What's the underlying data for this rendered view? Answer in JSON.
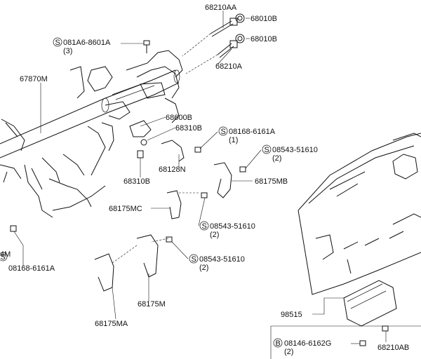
{
  "labels": {
    "l68210AA": "68210AA",
    "l68010B_top": "68010B",
    "l68010B_2": "68010B",
    "l081A6": "081A6-8601A",
    "l081A6_qty": "(3)",
    "l68210A": "68210A",
    "l67870M": "67870M",
    "l68600B": "68600B",
    "l68310B_a": "68310B",
    "l08168_a": "08168-6161A",
    "l08168_a_qty": "(1)",
    "l08543_a": "08543-51610",
    "l08543_a_qty": "(2)",
    "l68128N": "68128N",
    "l68310B_b": "68310B",
    "l68175MB": "68175MB",
    "l68175MC": "68175MC",
    "l08543_b": "08543-51610",
    "l08543_b_qty": "(2)",
    "l4M": "4M",
    "l08168_b": "08168-6161A",
    "l08543_c": "08543-51610",
    "l08543_c_qty": "(2)",
    "l68175M": "68175M",
    "l68175MA": "68175MA",
    "l98515": "98515",
    "l08146": "08146-6162G",
    "l08146_qty": "(2)",
    "l68210AB": "68210AB"
  },
  "symbols": {
    "s_circle": "S",
    "b_circle": "B"
  }
}
